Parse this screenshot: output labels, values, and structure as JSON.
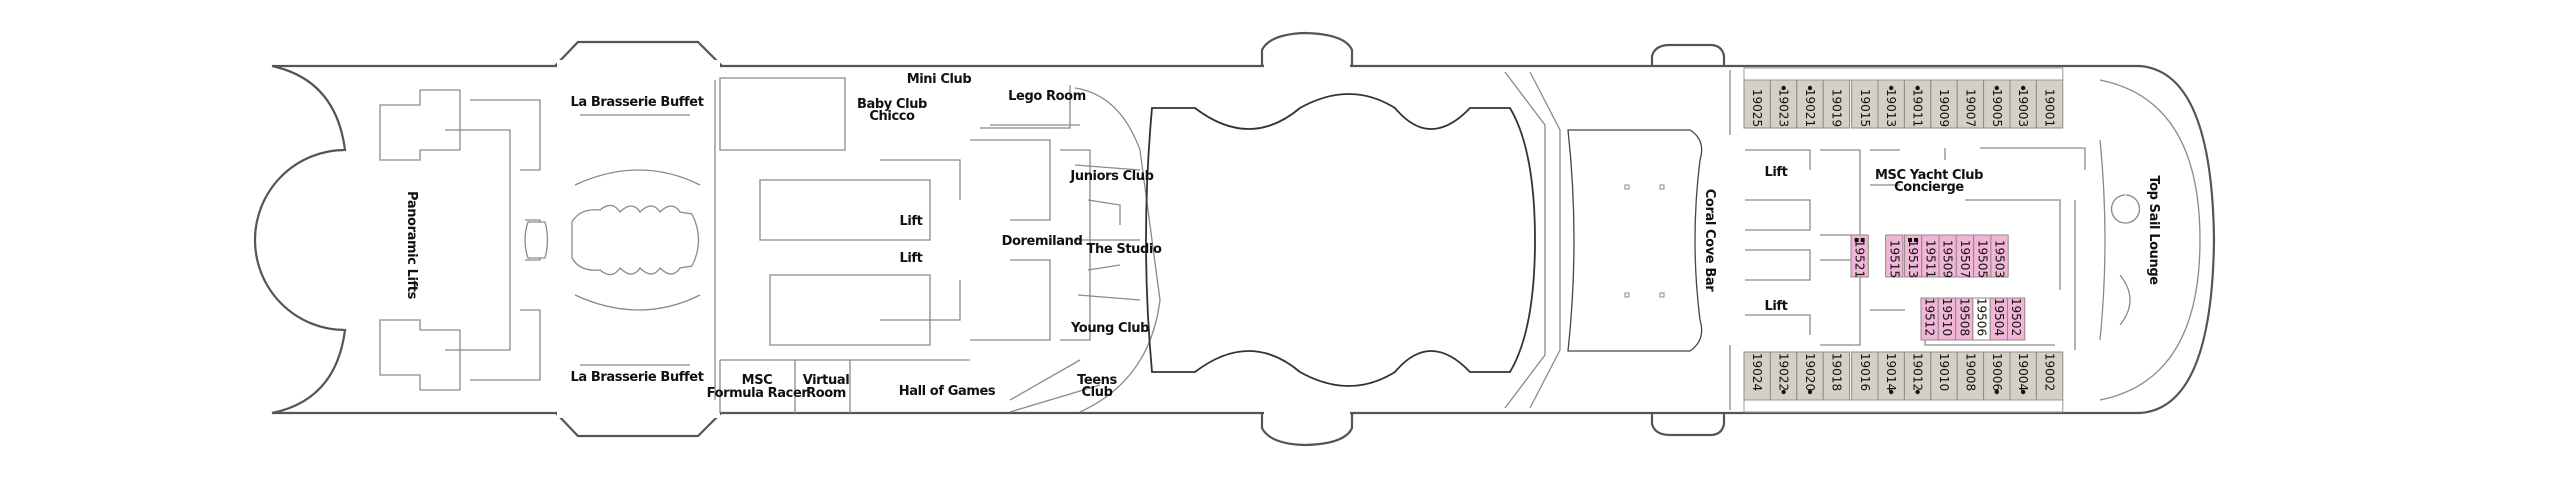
{
  "colors": {
    "standard_cabin": "#d4d0c5",
    "yacht_club_cabin": "#f1b5d8",
    "unhighlighted_cabin": "#ffffff",
    "hull_line": "#555555"
  },
  "venues": {
    "la_brasserie_top": "La Brasserie Buffet",
    "la_brasserie_bottom": "La Brasserie Buffet",
    "panoramic_lifts": "Panoramic Lifts",
    "mini_club": "Mini Club",
    "baby_club_line1": "Baby Club",
    "baby_club_line2": "Chicco",
    "lego_room": "Lego Room",
    "lift_aft_top": "Lift",
    "lift_aft_bottom": "Lift",
    "doremiland": "Doremiland",
    "juniors_club": "Juniors Club",
    "the_studio": "The Studio",
    "young_club": "Young Club",
    "teens_club_line1": "Teens",
    "teens_club_line2": "Club",
    "formula_racer_line1": "MSC",
    "formula_racer_line2": "Formula Racer",
    "virtual_room_line1": "Virtual",
    "virtual_room_line2": "Room",
    "hall_of_games": "Hall of Games",
    "coral_cove_bar": "Coral Cove Bar",
    "lift_fwd_top": "Lift",
    "lift_fwd_bottom": "Lift",
    "yacht_club_line1": "MSC Yacht Club",
    "yacht_club_line2": "Concierge",
    "top_sail_lounge": "Top Sail Lounge"
  },
  "cabins": {
    "port_row": [
      {
        "number": "19025",
        "dot": false
      },
      {
        "number": "19023",
        "dot": true
      },
      {
        "number": "19021",
        "dot": true
      },
      {
        "number": "19019",
        "dot": false
      },
      {
        "number": "19015",
        "dot": false
      },
      {
        "number": "19013",
        "dot": true
      },
      {
        "number": "19011",
        "dot": true
      },
      {
        "number": "19009",
        "dot": false
      },
      {
        "number": "19007",
        "dot": false
      },
      {
        "number": "19005",
        "dot": true
      },
      {
        "number": "19003",
        "dot": true
      },
      {
        "number": "19001",
        "dot": false
      }
    ],
    "starboard_row": [
      {
        "number": "19024",
        "dot": false
      },
      {
        "number": "19022",
        "dot": true
      },
      {
        "number": "19020",
        "dot": true
      },
      {
        "number": "19018",
        "dot": false
      },
      {
        "number": "19016",
        "dot": false
      },
      {
        "number": "19014",
        "dot": true
      },
      {
        "number": "19012",
        "dot": true
      },
      {
        "number": "19010",
        "dot": false
      },
      {
        "number": "19008",
        "dot": false
      },
      {
        "number": "19006",
        "dot": true
      },
      {
        "number": "19004",
        "dot": true
      },
      {
        "number": "19002",
        "dot": false
      }
    ],
    "yacht_upper": [
      {
        "number": "19521",
        "accessible": true,
        "highlighted": true
      },
      {
        "number": "19515",
        "accessible": false,
        "highlighted": true
      },
      {
        "number": "19513",
        "accessible": true,
        "highlighted": true
      },
      {
        "number": "19511",
        "accessible": false,
        "highlighted": true
      },
      {
        "number": "19509",
        "accessible": false,
        "highlighted": true
      },
      {
        "number": "19507",
        "accessible": false,
        "highlighted": true
      },
      {
        "number": "19505",
        "accessible": false,
        "highlighted": true
      },
      {
        "number": "19503",
        "accessible": false,
        "highlighted": true
      }
    ],
    "yacht_lower": [
      {
        "number": "19512",
        "highlighted": true
      },
      {
        "number": "19510",
        "highlighted": true
      },
      {
        "number": "19508",
        "highlighted": true
      },
      {
        "number": "19506",
        "highlighted": false
      },
      {
        "number": "19504",
        "highlighted": true
      },
      {
        "number": "19502",
        "highlighted": true
      }
    ]
  }
}
